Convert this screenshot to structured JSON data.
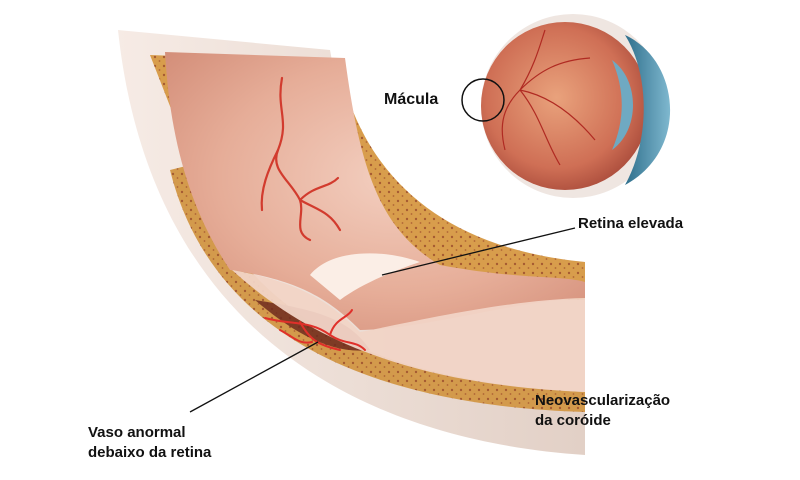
{
  "diagram": {
    "labels": {
      "macula": "Mácula",
      "retina_elevada": "Retina elevada",
      "neovascularizacao_line1": "Neovascularização",
      "neovascularizacao_line2": "da coróide",
      "vaso_line1": "Vaso anormal",
      "vaso_line2": "debaixo da retina"
    },
    "colors": {
      "outer_layer": "#efe3dc",
      "choroid": "#d7a04e",
      "retina": "#eab9a6",
      "vessel": "#d23b2e",
      "eye_iris": "#4f93b0"
    }
  }
}
